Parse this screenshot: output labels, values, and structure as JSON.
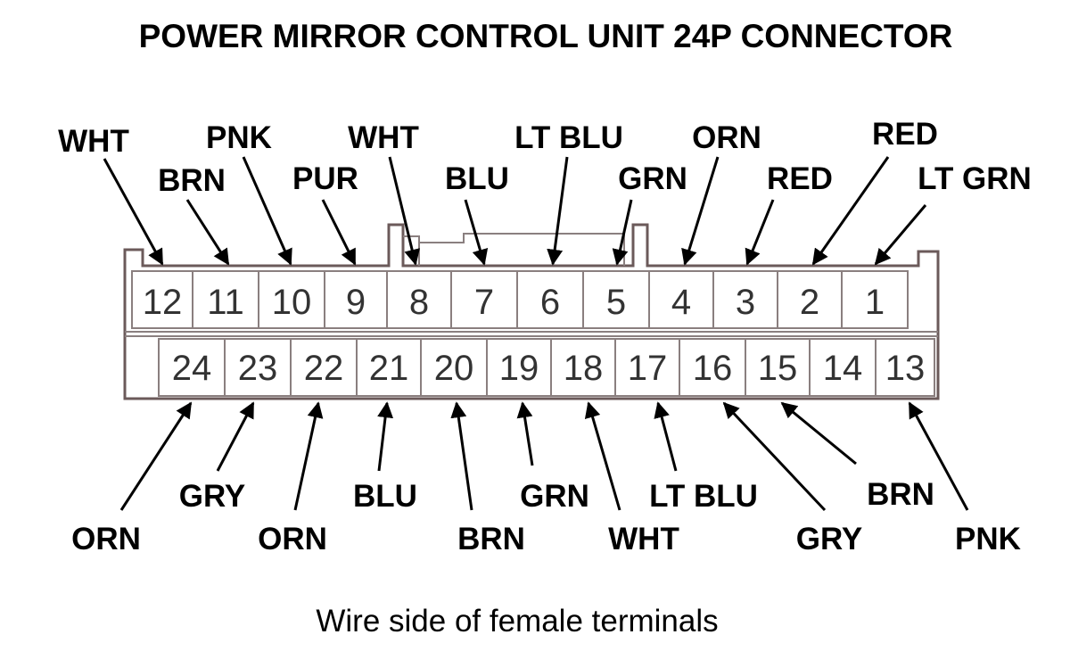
{
  "title": "POWER MIRROR CONTROL UNIT 24P CONNECTOR",
  "caption": "Wire side of female terminals",
  "top_row": [
    {
      "pin": "12",
      "wire": "WHT"
    },
    {
      "pin": "11",
      "wire": "BRN"
    },
    {
      "pin": "10",
      "wire": "PNK"
    },
    {
      "pin": "9",
      "wire": "PUR"
    },
    {
      "pin": "8",
      "wire": "WHT"
    },
    {
      "pin": "7",
      "wire": "BLU"
    },
    {
      "pin": "6",
      "wire": "LT BLU"
    },
    {
      "pin": "5",
      "wire": "GRN"
    },
    {
      "pin": "4",
      "wire": "ORN"
    },
    {
      "pin": "3",
      "wire": "RED"
    },
    {
      "pin": "2",
      "wire": "RED"
    },
    {
      "pin": "1",
      "wire": "LT GRN"
    }
  ],
  "bottom_row": [
    {
      "pin": "24",
      "wire": "ORN"
    },
    {
      "pin": "23",
      "wire": "GRY"
    },
    {
      "pin": "22",
      "wire": "ORN"
    },
    {
      "pin": "21",
      "wire": "BLU"
    },
    {
      "pin": "20",
      "wire": "BRN"
    },
    {
      "pin": "19",
      "wire": "GRN"
    },
    {
      "pin": "18",
      "wire": "WHT"
    },
    {
      "pin": "17",
      "wire": "LT BLU"
    },
    {
      "pin": "16",
      "wire": "GRY"
    },
    {
      "pin": "15",
      "wire": "BRN"
    },
    {
      "pin": "14",
      "wire": ""
    },
    {
      "pin": "13",
      "wire": "PNK"
    }
  ]
}
